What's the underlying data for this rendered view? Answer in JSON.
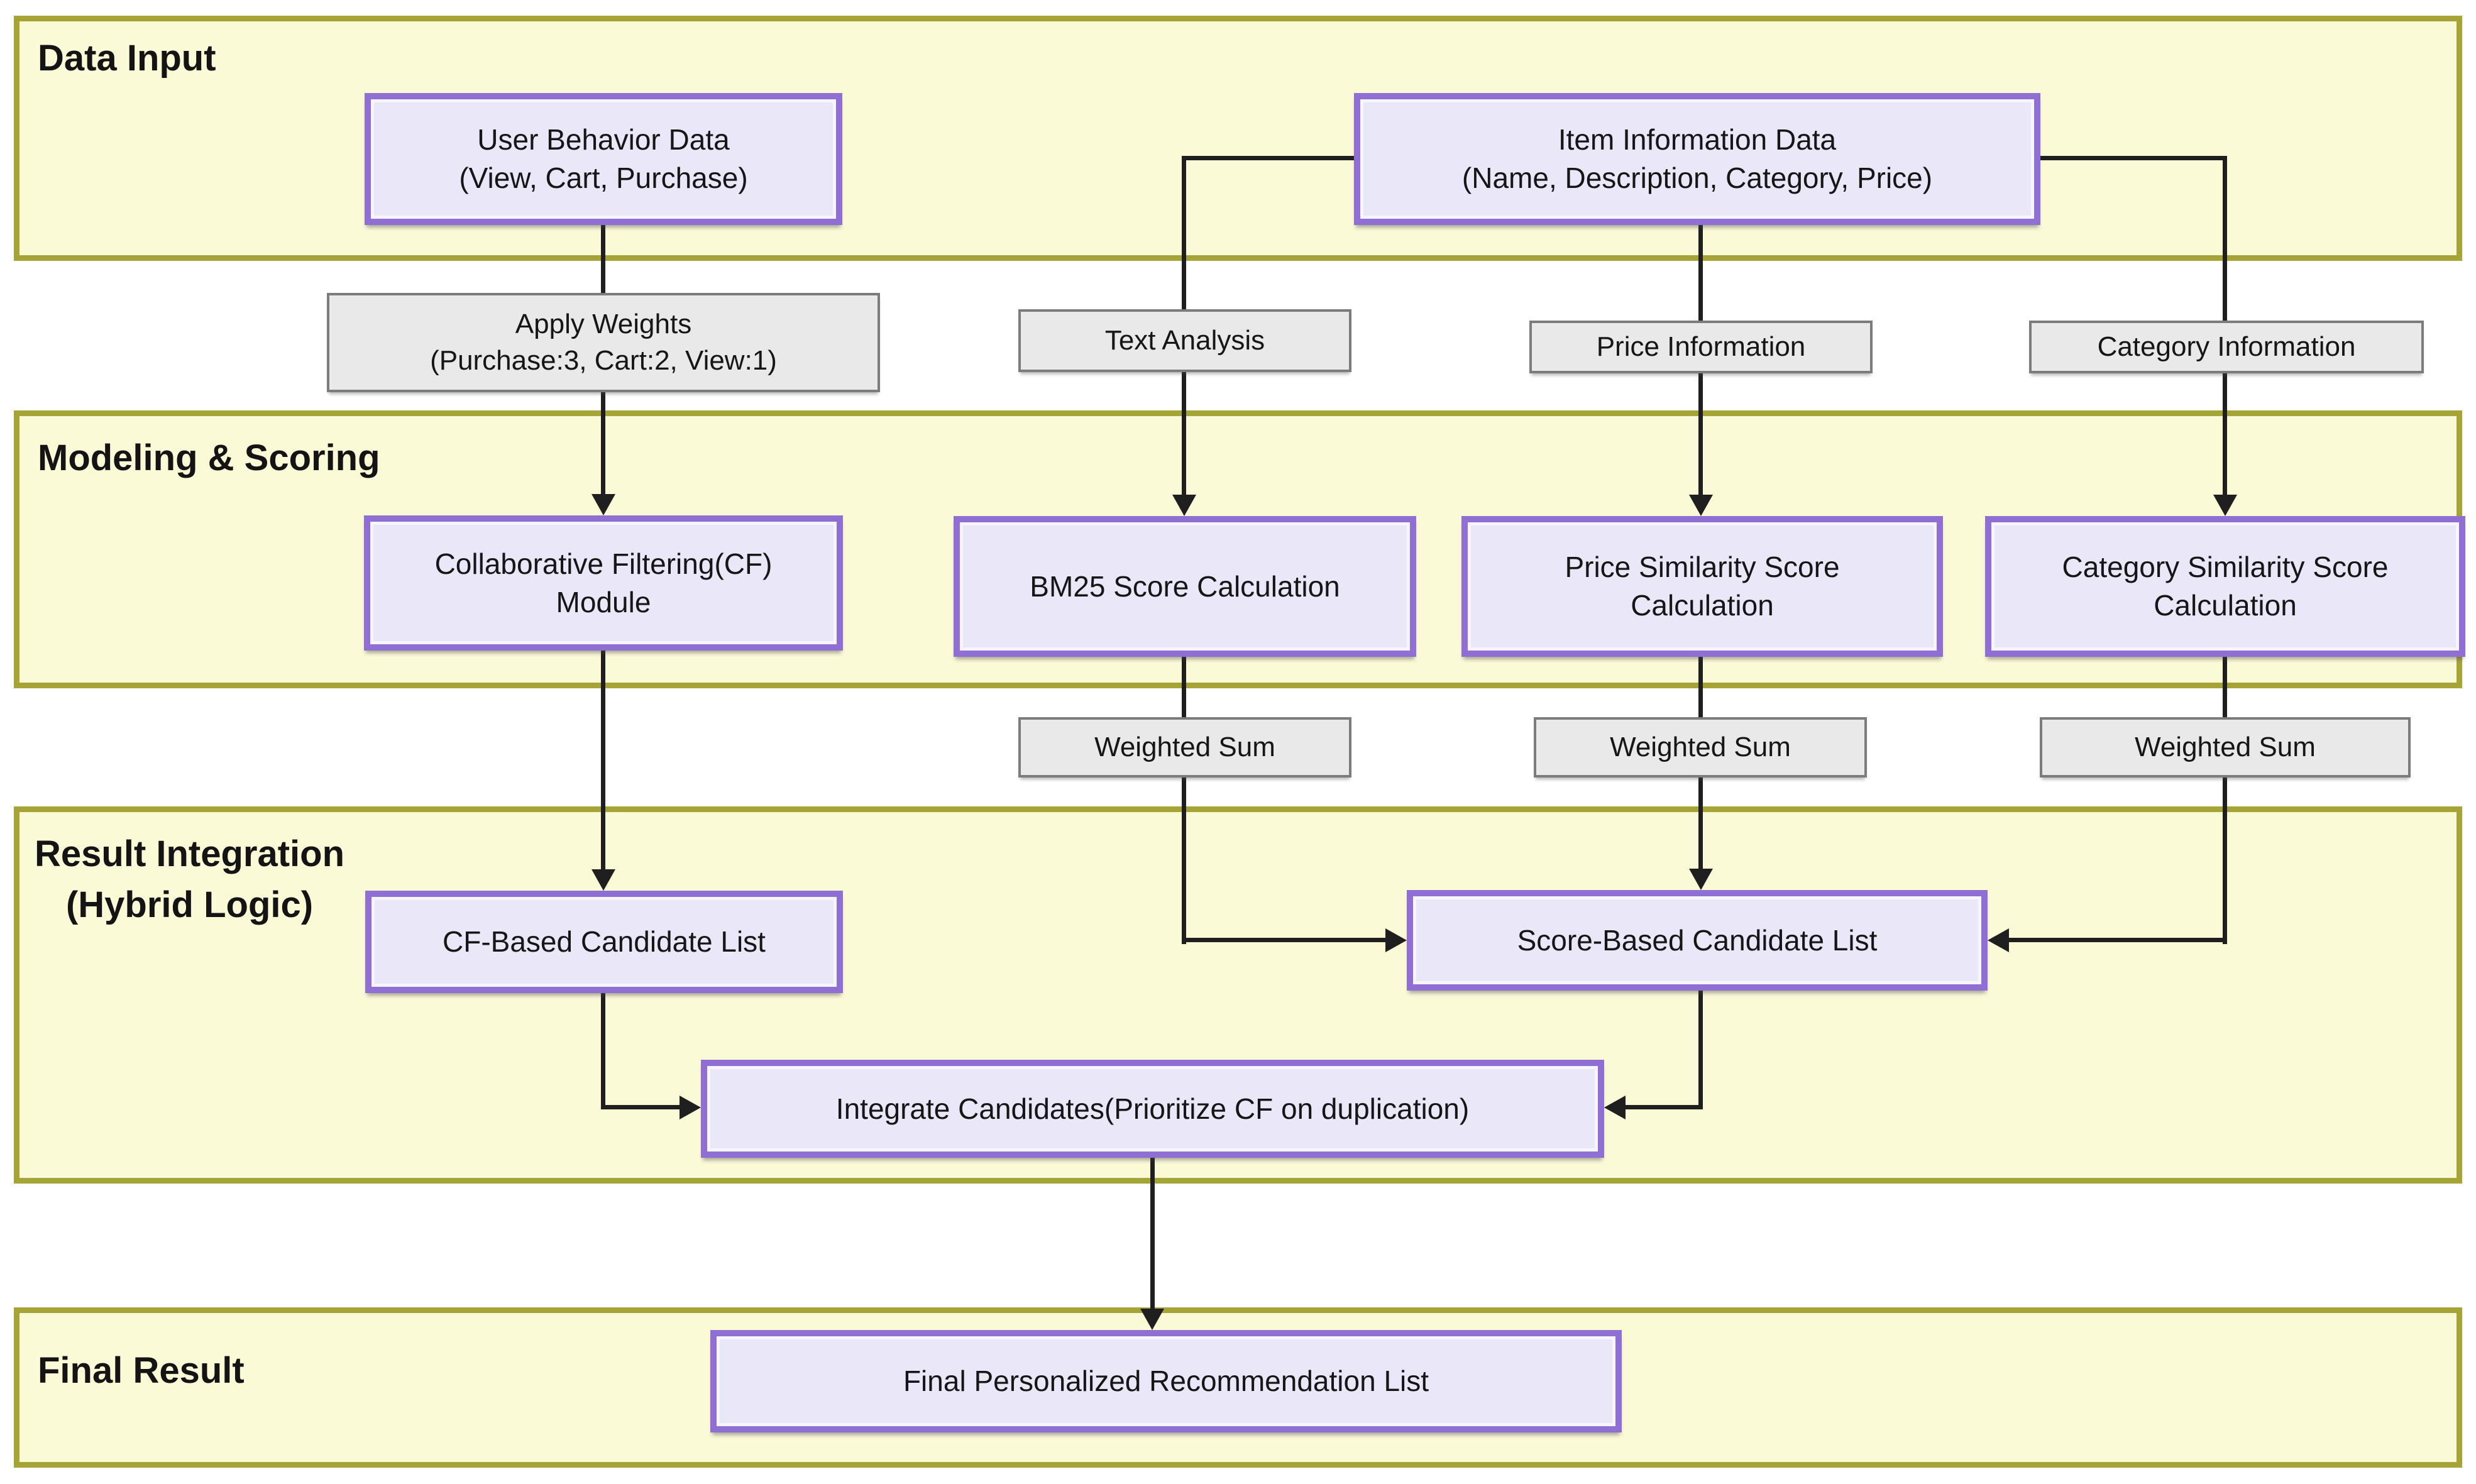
{
  "sections": {
    "data_input": "Data Input",
    "modeling_scoring": "Modeling & Scoring",
    "result_integration": "Result Integration\n(Hybrid Logic)",
    "final_result": "Final Result"
  },
  "nodes": {
    "user_behavior": "User Behavior Data\n(View, Cart, Purchase)",
    "item_info": "Item Information Data\n(Name, Description, Category, Price)",
    "apply_weights": "Apply Weights\n(Purchase:3, Cart:2, View:1)",
    "text_analysis": "Text Analysis",
    "price_info": "Price Information",
    "category_info": "Category Information",
    "cf_module": "Collaborative Filtering(CF)\nModule",
    "bm25": "BM25 Score Calculation",
    "price_sim": "Price Similarity Score\nCalculation",
    "cat_sim": "Category Similarity Score\nCalculation",
    "weighted_sum": "Weighted Sum",
    "cf_candidates": "CF-Based Candidate List",
    "score_candidates": "Score-Based Candidate List",
    "integrate": "Integrate Candidates(Prioritize CF on duplication)",
    "final_list": "Final Personalized Recommendation List"
  },
  "edges": [
    {
      "from": "user_behavior",
      "to": "apply_weights",
      "arrowhead": false
    },
    {
      "from": "apply_weights",
      "to": "cf_module",
      "arrowhead": true
    },
    {
      "from": "item_info",
      "to": "text_analysis",
      "arrowhead": false
    },
    {
      "from": "item_info",
      "to": "price_info",
      "arrowhead": false
    },
    {
      "from": "item_info",
      "to": "category_info",
      "arrowhead": false
    },
    {
      "from": "text_analysis",
      "to": "bm25",
      "arrowhead": true
    },
    {
      "from": "price_info",
      "to": "price_sim",
      "arrowhead": true
    },
    {
      "from": "category_info",
      "to": "cat_sim",
      "arrowhead": true
    },
    {
      "from": "cf_module",
      "to": "cf_candidates",
      "arrowhead": true
    },
    {
      "from": "bm25",
      "to": "weighted_sum_1",
      "arrowhead": false
    },
    {
      "from": "price_sim",
      "to": "weighted_sum_2",
      "arrowhead": false
    },
    {
      "from": "cat_sim",
      "to": "weighted_sum_3",
      "arrowhead": false
    },
    {
      "from": "weighted_sum_1",
      "to": "score_candidates",
      "arrowhead": true
    },
    {
      "from": "weighted_sum_2",
      "to": "score_candidates",
      "arrowhead": true
    },
    {
      "from": "weighted_sum_3",
      "to": "score_candidates",
      "arrowhead": true
    },
    {
      "from": "cf_candidates",
      "to": "integrate",
      "arrowhead": true
    },
    {
      "from": "score_candidates",
      "to": "integrate",
      "arrowhead": true
    },
    {
      "from": "integrate",
      "to": "final_list",
      "arrowhead": true
    }
  ],
  "colors": {
    "band_fill": "#FBFAD7",
    "band_border": "#A6A437",
    "node_fill": "#E9E7F8",
    "node_border": "#8F6FD4",
    "gray_fill": "#E9E9E9",
    "gray_border": "#7C7C7C",
    "arrow": "#1F1F1F",
    "background": "#FFFFFF",
    "text": "#161616"
  }
}
